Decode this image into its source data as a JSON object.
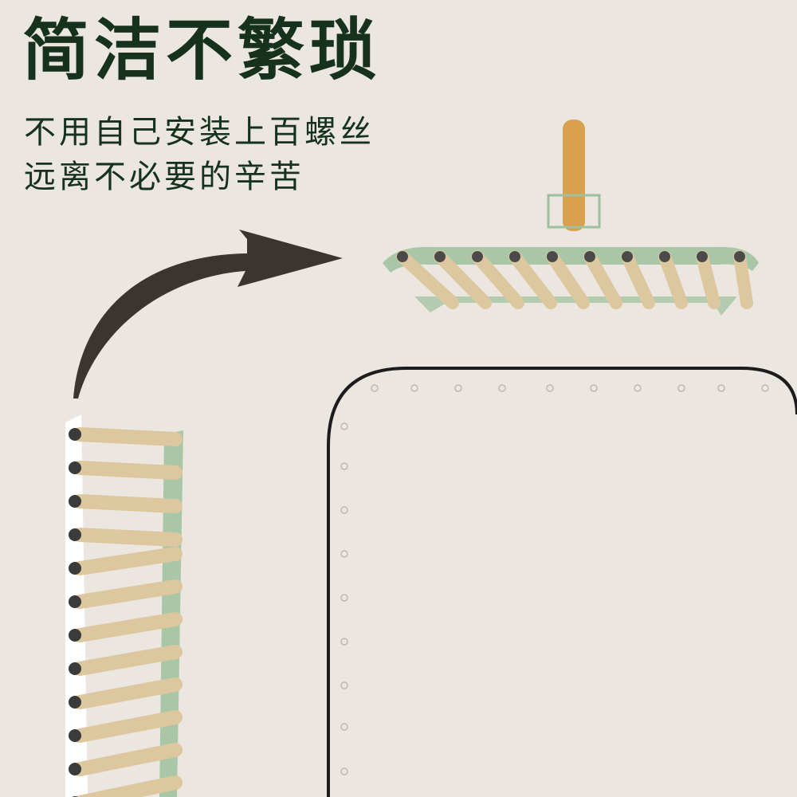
{
  "headline": "简洁不繁琐",
  "sublines": [
    "不用自己安装上百螺丝",
    "远离不必要的辛苦"
  ],
  "colors": {
    "background": "#ebe6df",
    "text": "#16321f",
    "arrow": "#3b3430",
    "frame_green": "#a9c7a7",
    "rod_wood": "#dcc79f",
    "hook_wood": "#d9a04d",
    "outline": "#1c1c1c"
  },
  "illustrations": [
    "folded-rack-icon",
    "curved-arrow-icon",
    "assembled-rack-icon",
    "rounded-panel-outline"
  ]
}
